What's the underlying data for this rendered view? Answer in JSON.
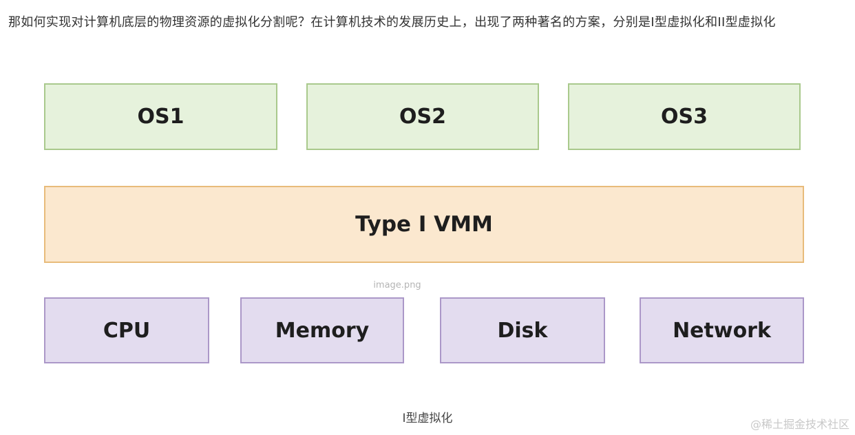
{
  "intro_text": "那如何实现对计算机底层的物理资源的虚拟化分割呢？在计算机技术的发展历史上，出现了两种著名的方案，分别是I型虚拟化和II型虚拟化",
  "diagram": {
    "os_boxes": [
      "OS1",
      "OS2",
      "OS3"
    ],
    "vmm_label": "Type I VMM",
    "hardware_boxes": [
      "CPU",
      "Memory",
      "Disk",
      "Network"
    ],
    "image_filename": "image.png",
    "caption": "I型虚拟化"
  },
  "watermark": "@稀土掘金技术社区",
  "colors": {
    "os_fill": "#e6f2dc",
    "vmm_fill": "#fbe8cf",
    "hardware_fill": "#e3dcef"
  }
}
